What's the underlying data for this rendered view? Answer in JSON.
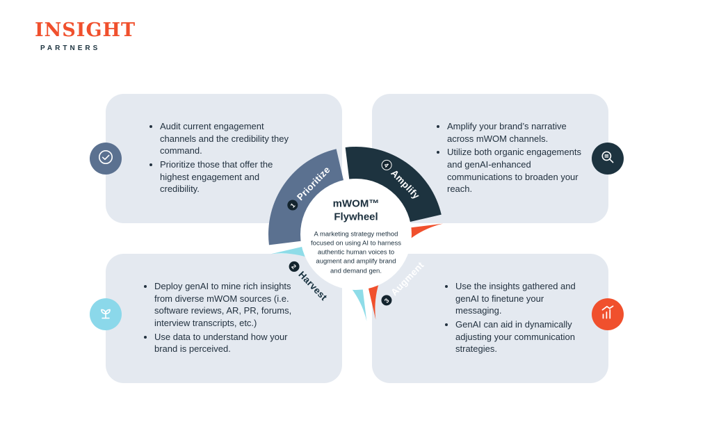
{
  "brand": {
    "name_top": "INSIGHT",
    "name_bottom": "PARTNERS"
  },
  "flywheel": {
    "title_line1": "mWOM™",
    "title_line2": "Flywheel",
    "description": "A marketing strategy method focused on using AI to harness authentic human voices to augment and amplify brand and demand gen.",
    "segments": [
      {
        "number": "1",
        "label": "Prioritize",
        "color": "#5b7190"
      },
      {
        "number": "4",
        "label": "Amplify",
        "color": "#1d333f"
      },
      {
        "number": "2",
        "label": "Harvest",
        "color": "#8edce8"
      },
      {
        "number": "3",
        "label": "Augment",
        "color": "#f0502d"
      }
    ]
  },
  "panels": [
    {
      "id": "prioritize",
      "icon": "check-circle-icon",
      "bullets": [
        "Audit current engagement channels and the credibility they command.",
        "Prioritize those that offer the highest engagement and credibility."
      ]
    },
    {
      "id": "amplify",
      "icon": "magnifier-icon",
      "bullets": [
        "Amplify your brand’s narrative across mWOM channels.",
        "Utilize both organic engagements and genAI-enhanced communications to broaden your reach."
      ]
    },
    {
      "id": "harvest",
      "icon": "sprout-icon",
      "bullets": [
        "Deploy genAI to mine rich insights from diverse mWOM sources (i.e. software reviews, AR, PR, forums, interview transcripts, etc.)",
        "Use data to understand how your brand is perceived."
      ]
    },
    {
      "id": "augment",
      "icon": "bar-chart-icon",
      "bullets": [
        "Use the insights gathered and genAI to finetune your messaging.",
        "GenAI can aid in dynamically adjusting your communication strategies."
      ]
    }
  ],
  "colors": {
    "brand_orange": "#f0502d",
    "navy": "#1d333f",
    "slate": "#5b7190",
    "cyan": "#8edce8",
    "cyan_light": "#8bd8ea",
    "panel_bg": "#e4e9f0",
    "text": "#22313f"
  }
}
